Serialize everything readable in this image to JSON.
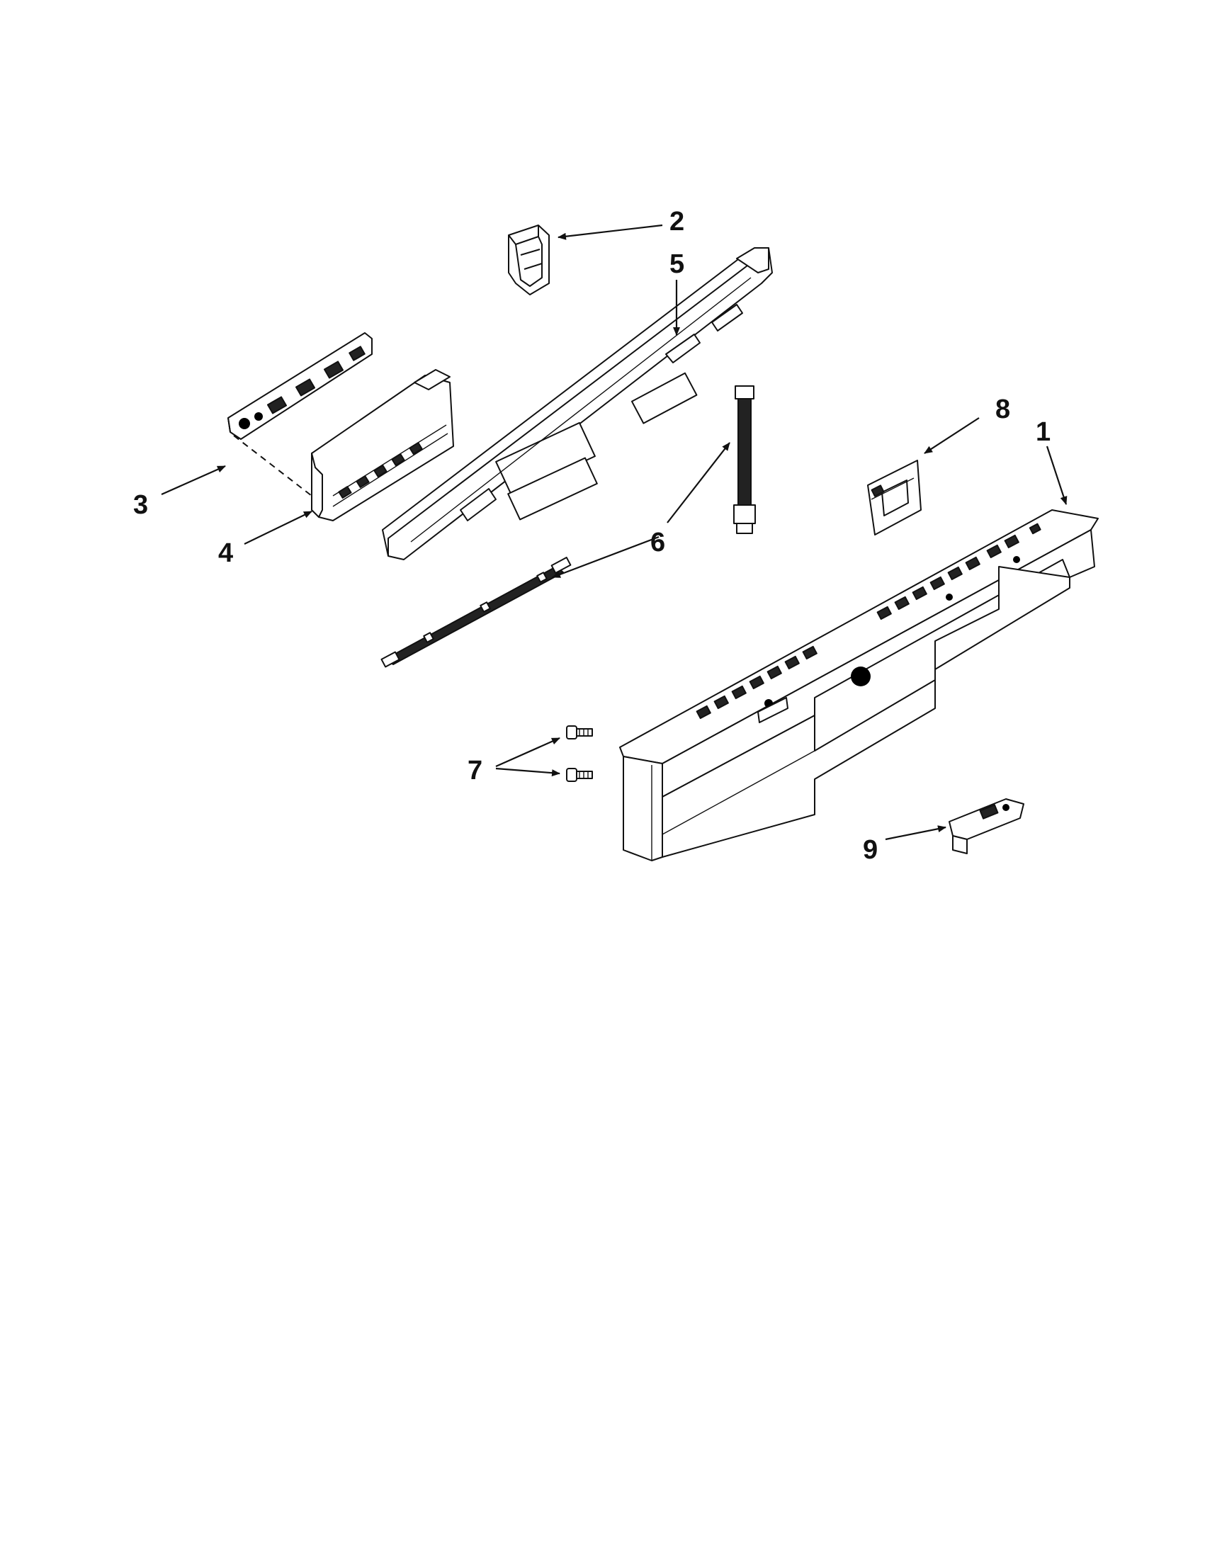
{
  "diagram": {
    "callouts": [
      {
        "id": "1",
        "label": "1"
      },
      {
        "id": "2",
        "label": "2"
      },
      {
        "id": "3",
        "label": "3"
      },
      {
        "id": "4",
        "label": "4"
      },
      {
        "id": "5",
        "label": "5"
      },
      {
        "id": "6a",
        "label": "6"
      },
      {
        "id": "7",
        "label": "7"
      },
      {
        "id": "8",
        "label": "8"
      },
      {
        "id": "9",
        "label": "9"
      }
    ]
  },
  "colors": {
    "ink": "#111111",
    "background": "#ffffff"
  }
}
